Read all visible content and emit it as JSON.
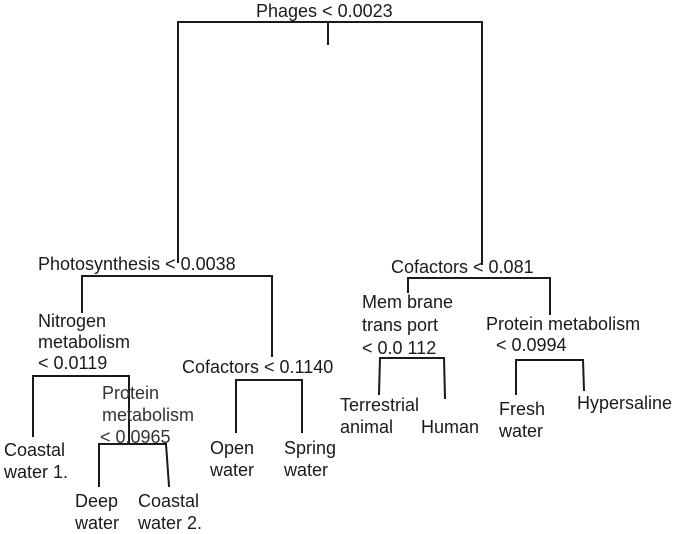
{
  "tree": {
    "root_split": "Phages < 0.0023",
    "left_split": "Photosynthesis < 0.0038",
    "right_split": "Cofactors < 0.081",
    "nitrogen_split": [
      "Nitrogen",
      "metabolism",
      "< 0.0119"
    ],
    "cofactors_left_split": "Cofactors < 0.1140",
    "protein_left_split": [
      "Protein",
      "metabolism",
      "< 0.0965"
    ],
    "membrane_split": [
      "Mem brane",
      "trans port",
      "< 0.0 112"
    ],
    "protein_right_split": [
      "Protein metabolism",
      "< 0.0994"
    ],
    "leaves": {
      "coastal_water_1": [
        "Coastal",
        "water 1."
      ],
      "deep_water": [
        "Deep",
        "water"
      ],
      "coastal_water_2": [
        "Coastal",
        "water 2."
      ],
      "open_water": [
        "Open",
        "water"
      ],
      "spring_water": [
        "Spring",
        "water"
      ],
      "terrestrial_animal": [
        "Terrestrial",
        "animal"
      ],
      "human": "Human",
      "fresh_water": [
        "Fresh",
        "water"
      ],
      "hypersaline": "Hypersaline"
    }
  },
  "colors": {
    "line": "#1a1a1a",
    "text": "#1a1a1a"
  }
}
